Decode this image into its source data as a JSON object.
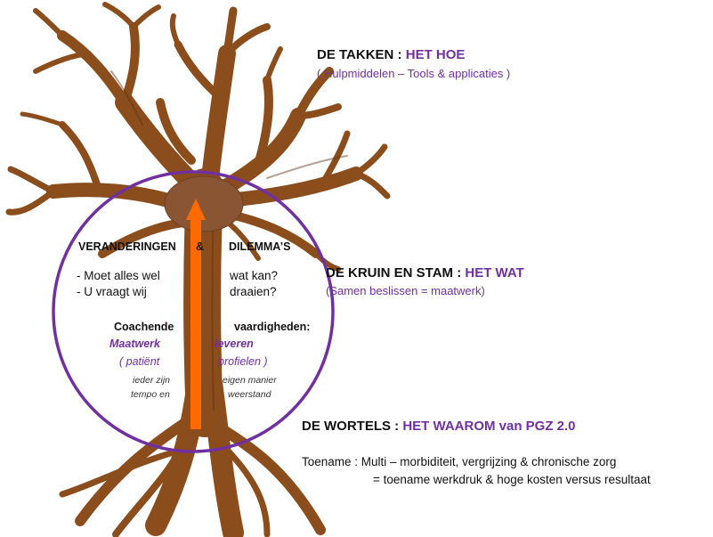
{
  "branches": {
    "title": "DE TAKKEN : ",
    "title_accent": "HET HOE",
    "subtitle": "( Hulpmiddelen – Tools & applicaties )"
  },
  "crown": {
    "title": "DE KRUIN EN STAM : ",
    "title_accent": "HET WAT",
    "subtitle": "(Samen beslissen = maatwerk)"
  },
  "roots": {
    "title": "DE WORTELS : ",
    "title_accent": "HET WAAROM van PGZ 2.0",
    "line1": "Toename : Multi – morbiditeit, vergrijzing & chronische zorg",
    "line2": "= toename werkdruk & hoge kosten versus resultaat"
  },
  "circle": {
    "changes": "VERANDERINGEN",
    "amp": "&",
    "dilemmas": "DILEMMA’S",
    "bullet1_left": "-  Moet alles wel",
    "bullet1_right": "wat kan?",
    "bullet2_left": "-  U vraagt wij",
    "bullet2_right": "draaien?",
    "coaching_left": "Coachende",
    "coaching_right": "vaardigheden:",
    "custom_left": "Maatwerk",
    "custom_right": "leveren",
    "patient_left": "( patiënt",
    "patient_right": "profielen )",
    "small1_left": "ieder zijn",
    "small1_right": "eigen manier",
    "small2_left": "tempo en",
    "small2_right": "weerstand"
  },
  "colors": {
    "accent": "#7030a0",
    "bark": "#8b4d1c",
    "bark_dark": "#5e3010",
    "arrow": "#ff6a00",
    "knot": "#8a5533"
  }
}
